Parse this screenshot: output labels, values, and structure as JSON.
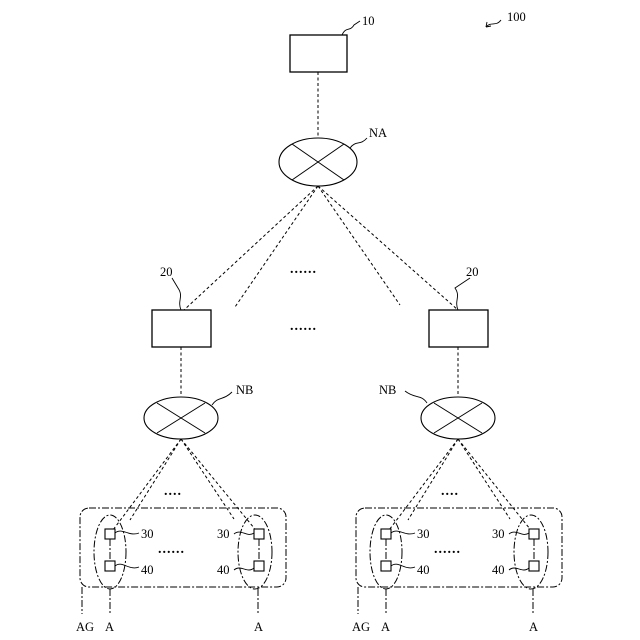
{
  "figure": {
    "ref": "100",
    "top_device": {
      "ref": "10"
    },
    "node_a": {
      "label": "NA"
    },
    "gateways": [
      {
        "ref": "20",
        "node_label": "NB",
        "group_label": "AG",
        "area_labels": [
          "A",
          "A"
        ],
        "device_refs": [
          "30",
          "40",
          "30",
          "40"
        ]
      },
      {
        "ref": "20",
        "node_label": "NB",
        "group_label": "AG",
        "area_labels": [
          "A",
          "A"
        ],
        "device_refs": [
          "30",
          "40",
          "30",
          "40"
        ]
      }
    ],
    "ellipsis": "......",
    "ellipsis_short": "...."
  }
}
